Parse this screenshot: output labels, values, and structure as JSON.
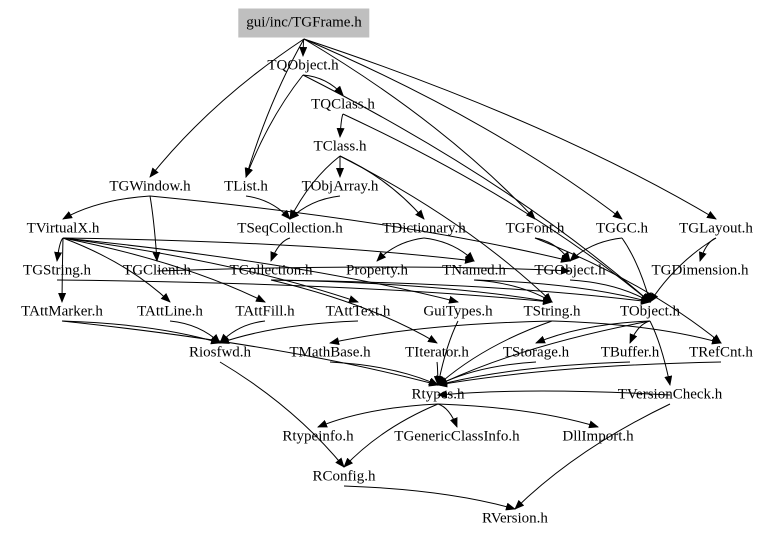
{
  "graph": {
    "root": "gui/inc/TGFrame.h",
    "nodes": [
      "gui/inc/TGFrame.h",
      "TQObject.h",
      "TQClass.h",
      "TClass.h",
      "TGWindow.h",
      "TList.h",
      "TObjArray.h",
      "TVirtualX.h",
      "TSeqCollection.h",
      "TDictionary.h",
      "TGFont.h",
      "TGGC.h",
      "TGLayout.h",
      "TGString.h",
      "TGClient.h",
      "TCollection.h",
      "Property.h",
      "TNamed.h",
      "TGObject.h",
      "TGDimension.h",
      "TAttMarker.h",
      "TAttLine.h",
      "TAttFill.h",
      "TAttText.h",
      "GuiTypes.h",
      "TString.h",
      "TObject.h",
      "Riosfwd.h",
      "TMathBase.h",
      "TIterator.h",
      "TStorage.h",
      "TBuffer.h",
      "TRefCnt.h",
      "Rtypes.h",
      "TVersionCheck.h",
      "Rtypeinfo.h",
      "TGenericClassInfo.h",
      "DllImport.h",
      "RConfig.h",
      "RVersion.h"
    ],
    "edges": [
      [
        "gui/inc/TGFrame.h",
        "TQObject.h"
      ],
      [
        "gui/inc/TGFrame.h",
        "TGWindow.h"
      ],
      [
        "gui/inc/TGFrame.h",
        "TList.h"
      ],
      [
        "gui/inc/TGFrame.h",
        "TGGC.h"
      ],
      [
        "gui/inc/TGFrame.h",
        "TGLayout.h"
      ],
      [
        "gui/inc/TGFrame.h",
        "TGFont.h"
      ],
      [
        "TQObject.h",
        "TQClass.h"
      ],
      [
        "TQObject.h",
        "TList.h"
      ],
      [
        "TQObject.h",
        "TObject.h"
      ],
      [
        "TQClass.h",
        "TClass.h"
      ],
      [
        "TQClass.h",
        "TObject.h"
      ],
      [
        "TClass.h",
        "TObjArray.h"
      ],
      [
        "TClass.h",
        "TDictionary.h"
      ],
      [
        "TClass.h",
        "TSeqCollection.h"
      ],
      [
        "TClass.h",
        "TString.h"
      ],
      [
        "TGWindow.h",
        "TVirtualX.h"
      ],
      [
        "TGWindow.h",
        "TGClient.h"
      ],
      [
        "TGWindow.h",
        "TGObject.h"
      ],
      [
        "TList.h",
        "TSeqCollection.h"
      ],
      [
        "TObjArray.h",
        "TSeqCollection.h"
      ],
      [
        "TSeqCollection.h",
        "TCollection.h"
      ],
      [
        "TCollection.h",
        "TObject.h"
      ],
      [
        "TCollection.h",
        "TIterator.h"
      ],
      [
        "TCollection.h",
        "TString.h"
      ],
      [
        "TDictionary.h",
        "TNamed.h"
      ],
      [
        "TDictionary.h",
        "Property.h"
      ],
      [
        "TNamed.h",
        "TObject.h"
      ],
      [
        "TNamed.h",
        "TString.h"
      ],
      [
        "TVirtualX.h",
        "TGString.h"
      ],
      [
        "TVirtualX.h",
        "TAttMarker.h"
      ],
      [
        "TVirtualX.h",
        "TAttLine.h"
      ],
      [
        "TVirtualX.h",
        "TAttFill.h"
      ],
      [
        "TVirtualX.h",
        "TAttText.h"
      ],
      [
        "TVirtualX.h",
        "GuiTypes.h"
      ],
      [
        "TVirtualX.h",
        "TNamed.h"
      ],
      [
        "TGString.h",
        "TString.h"
      ],
      [
        "TGClient.h",
        "TGObject.h"
      ],
      [
        "TGFont.h",
        "TGObject.h"
      ],
      [
        "TGFont.h",
        "TRefCnt.h"
      ],
      [
        "TGGC.h",
        "TGObject.h"
      ],
      [
        "TGGC.h",
        "TObject.h"
      ],
      [
        "TGLayout.h",
        "TGDimension.h"
      ],
      [
        "TGLayout.h",
        "TObject.h"
      ],
      [
        "TGObject.h",
        "TObject.h"
      ],
      [
        "TAttMarker.h",
        "Riosfwd.h"
      ],
      [
        "TAttMarker.h",
        "Rtypes.h"
      ],
      [
        "TAttLine.h",
        "Riosfwd.h"
      ],
      [
        "TAttFill.h",
        "Riosfwd.h"
      ],
      [
        "TAttText.h",
        "Riosfwd.h"
      ],
      [
        "GuiTypes.h",
        "Rtypes.h"
      ],
      [
        "TString.h",
        "TMathBase.h"
      ],
      [
        "TString.h",
        "TRefCnt.h"
      ],
      [
        "TString.h",
        "Rtypes.h"
      ],
      [
        "TObject.h",
        "TStorage.h"
      ],
      [
        "TObject.h",
        "TBuffer.h"
      ],
      [
        "TObject.h",
        "TVersionCheck.h"
      ],
      [
        "TObject.h",
        "Rtypes.h"
      ],
      [
        "TMathBase.h",
        "Rtypes.h"
      ],
      [
        "TIterator.h",
        "Rtypes.h"
      ],
      [
        "TStorage.h",
        "Rtypes.h"
      ],
      [
        "TBuffer.h",
        "Rtypes.h"
      ],
      [
        "TRefCnt.h",
        "Rtypes.h"
      ],
      [
        "TVersionCheck.h",
        "Rtypes.h"
      ],
      [
        "TVersionCheck.h",
        "RVersion.h"
      ],
      [
        "Rtypes.h",
        "Rtypeinfo.h"
      ],
      [
        "Rtypes.h",
        "RConfig.h"
      ],
      [
        "Rtypes.h",
        "TGenericClassInfo.h"
      ],
      [
        "Rtypes.h",
        "DllImport.h"
      ],
      [
        "Riosfwd.h",
        "RConfig.h"
      ],
      [
        "RConfig.h",
        "RVersion.h"
      ]
    ]
  }
}
